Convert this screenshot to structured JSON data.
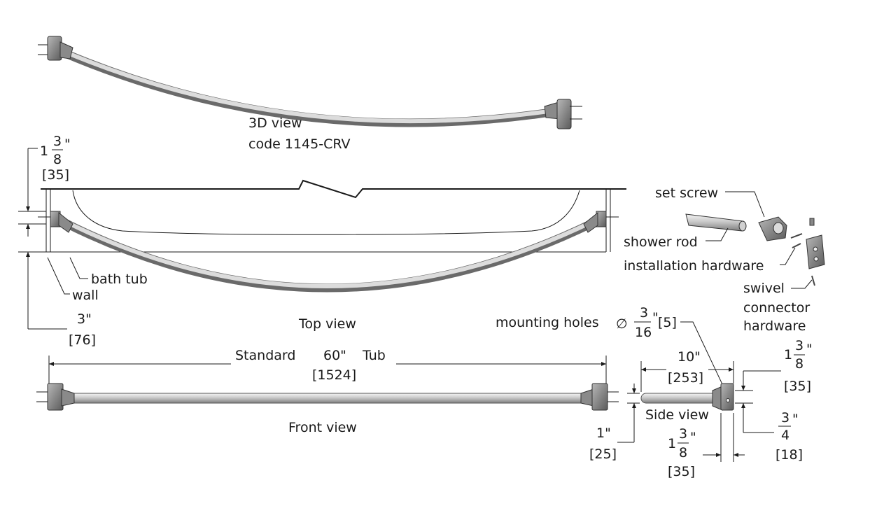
{
  "views": {
    "view_3d": "3D view",
    "code": "code 1145-CRV",
    "top": "Top view",
    "front": "Front view",
    "side": "Side view"
  },
  "labels": {
    "bath_tub": "bath tub",
    "wall": "wall",
    "set_screw": "set screw",
    "shower_rod": "shower rod",
    "installation_hardware": "installation hardware",
    "swivel": "swivel",
    "connector": "connector",
    "hardware": "hardware",
    "mounting_holes": "mounting holes",
    "standard": "Standard",
    "tub": "Tub"
  },
  "dims": {
    "one_3_8": {
      "whole": "1",
      "num": "3",
      "den": "8",
      "inch": "\"",
      "mm": "[35]"
    },
    "three_in": {
      "value": "3\"",
      "mm": "[76]"
    },
    "tub_length": {
      "value": "60\"",
      "mm": "[1524]"
    },
    "one_in": {
      "value": "1\"",
      "mm": "[25]"
    },
    "ten_in": {
      "value": "10\"",
      "mm": "[253]"
    },
    "three_quarter": {
      "num": "3",
      "den": "4",
      "inch": "\"",
      "mm": "[18]"
    },
    "hole_dia": {
      "symbol": "∅",
      "num": "3",
      "den": "16",
      "inch": "\"",
      "mm": "[5]"
    }
  }
}
